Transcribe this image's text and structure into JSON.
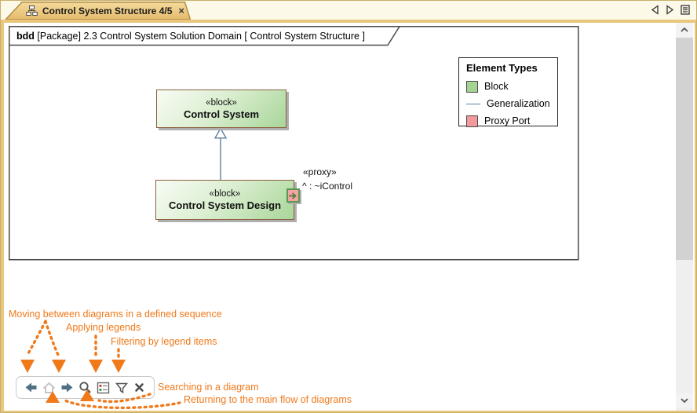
{
  "tab": {
    "title": "Control System Structure 4/5",
    "close": "×"
  },
  "frame_header": {
    "keyword": "bdd",
    "text": " [Package] 2.3 Control System Solution Domain [ Control System Structure ]"
  },
  "blocks": {
    "parent": {
      "stereotype": "«block»",
      "name": "Control System"
    },
    "child": {
      "stereotype": "«block»",
      "name": "Control System Design"
    }
  },
  "port": {
    "stereotype": "«proxy»",
    "label": "^ : ~iControl"
  },
  "legend": {
    "title": "Element Types",
    "items": [
      {
        "label": "Block",
        "swatch": "block-swatch"
      },
      {
        "label": "Generalization",
        "swatch": "generalization-line-swatch"
      },
      {
        "label": "Proxy Port",
        "swatch": "proxy-port-swatch"
      }
    ]
  },
  "annotations": {
    "moving": "Moving between diagrams in a defined sequence",
    "applying": "Applying legends",
    "filtering": "Filtering by legend items",
    "searching": "Searching in a diagram",
    "returning": "Returning to the main flow of diagrams"
  },
  "toolbar": {
    "buttons": [
      "back",
      "home",
      "forward",
      "search",
      "legend",
      "filter",
      "close"
    ]
  },
  "colors": {
    "annotation_orange": "#F0791A",
    "block_fill_light": "#F8FCF5",
    "block_fill_dark": "#A9D69A",
    "block_border": "#8C5F3E",
    "generalization_line": "#607E9E",
    "port_fill": "#F5A3A3",
    "port_border": "#5B9751",
    "legend_block_fill": "#A5D394",
    "legend_port_fill": "#F2999E",
    "tab_gold": "#E9C172"
  }
}
